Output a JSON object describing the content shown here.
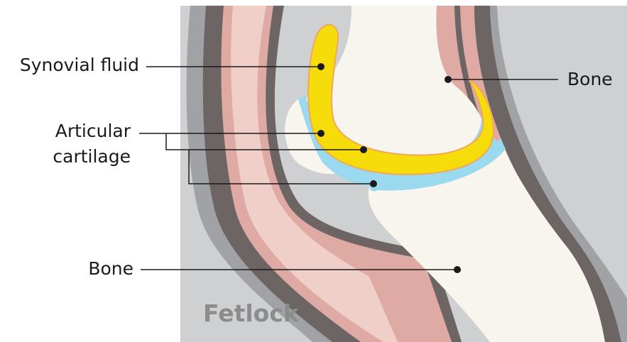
{
  "title": "Fetlock",
  "labels": {
    "synovial_fluid": "Synovial fluid",
    "articular_cartilage_line1": "Articular",
    "articular_cartilage_line2": "cartilage",
    "bone_upper": "Bone",
    "bone_lower": "Bone"
  },
  "colors": {
    "background_panel": "#cfd0d2",
    "skin_outer": "#a1a2a5",
    "skin_dark": "#6d6564",
    "tissue_pink": "#dfaaa4",
    "tissue_light": "#f0cfc8",
    "bone": "#f8f5ef",
    "cartilage": "#9bd9ef",
    "synovial_fluid": "#f7dc0b",
    "leader_line": "#1a1a1a"
  }
}
